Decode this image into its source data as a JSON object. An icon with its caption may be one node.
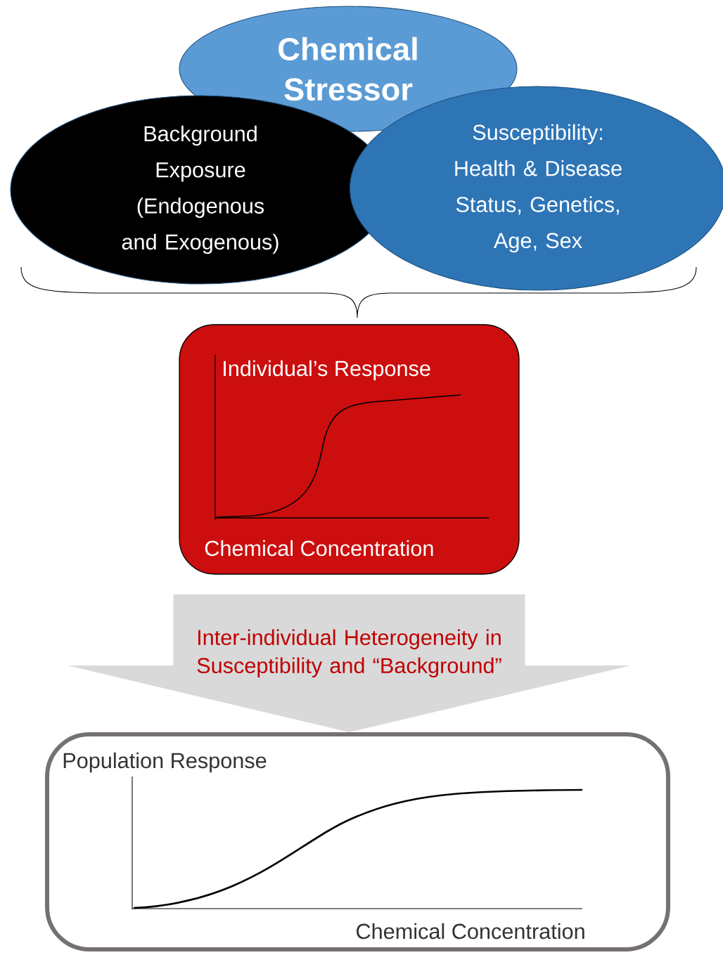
{
  "diagram": {
    "nodes": [
      {
        "text": [
          "Chemical Stressor"
        ]
      },
      {
        "text": [
          "Background Exposure (Endogenous and Exogenous)"
        ]
      },
      {
        "text": [
          "Susceptibility: Health & Disease Status, Genetics, Age, Sex"
        ]
      },
      {
        "text": [
          "Individual’s Response",
          "Chemical Concentration"
        ]
      },
      {
        "text": [
          "Population Response",
          "Chemical Concentration"
        ]
      }
    ],
    "edges": [
      {
        "from": 3,
        "to": 4,
        "arrow": "to",
        "label": "Inter-individual Heterogeneity in Susceptibility and “Background”"
      }
    ]
  }
}
